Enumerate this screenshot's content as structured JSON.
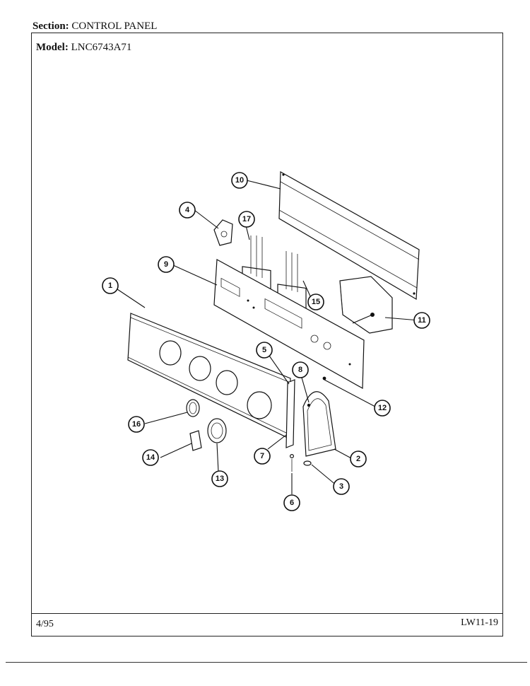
{
  "header": {
    "section_label": "Section:",
    "section_value": "CONTROL PANEL",
    "model_label": "Model:",
    "model_value": "LNC6743A71"
  },
  "footer": {
    "date": "4/95",
    "ref_code": "LW11-19"
  },
  "callouts": [
    "1",
    "2",
    "3",
    "4",
    "5",
    "6",
    "7",
    "8",
    "9",
    "10",
    "11",
    "12",
    "13",
    "14",
    "15",
    "16",
    "17"
  ]
}
